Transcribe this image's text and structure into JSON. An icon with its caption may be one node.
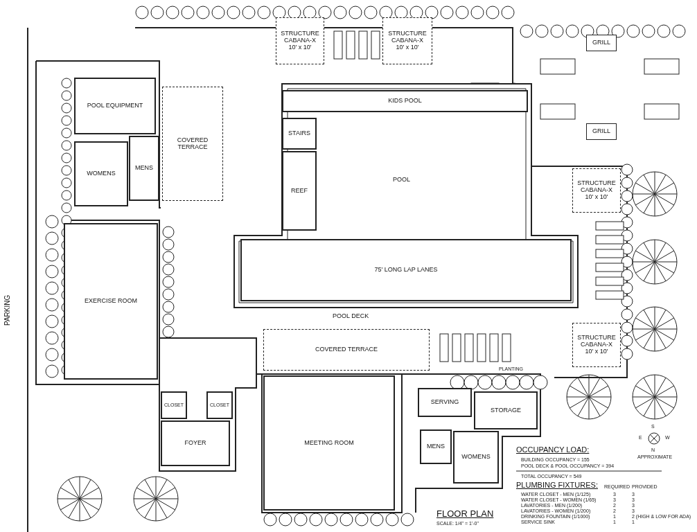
{
  "diagram": {
    "nodes": [
      {
        "text": [
          "POOL EQUIPMENT"
        ]
      },
      {
        "text": [
          "MENS"
        ]
      },
      {
        "text": [
          "WOMENS"
        ]
      },
      {
        "text": [
          "COVERED TERRACE"
        ]
      },
      {
        "text": [
          "EXERCISE ROOM"
        ]
      },
      {
        "text": [
          "POOL"
        ]
      },
      {
        "text": [
          "KIDS POOL"
        ],
        "in": 5
      },
      {
        "text": [
          "STAIRS"
        ],
        "in": 5
      },
      {
        "text": [
          "REEF"
        ],
        "in": 5
      },
      {
        "text": [
          "75' LONG LAP LANES"
        ],
        "in": 5
      },
      {
        "text": [
          "COVERED TERRACE"
        ]
      },
      {
        "text": [
          "MEETING ROOM"
        ]
      },
      {
        "text": [
          "CLOSET"
        ]
      },
      {
        "text": [
          "CLOSET"
        ]
      },
      {
        "text": [
          "FOYER"
        ]
      },
      {
        "text": [
          "SERVING"
        ]
      },
      {
        "text": [
          "STORAGE"
        ]
      },
      {
        "text": [
          "MENS"
        ]
      },
      {
        "text": [
          "WOMENS"
        ]
      },
      {
        "text": [
          "STRUCTURE CABANA-X",
          "10' x 10'"
        ]
      },
      {
        "text": [
          "STRUCTURE CABANA-X",
          "10' x 10'"
        ]
      },
      {
        "text": [
          "STRUCTURE CABANA-X",
          "10' x 10'"
        ]
      },
      {
        "text": [
          "STRUCTURE CABANA-X",
          "10' x 10'"
        ]
      },
      {
        "text": [
          "GRILL"
        ]
      },
      {
        "text": [
          "GRILL"
        ]
      }
    ],
    "labels": [
      "PARKING",
      "POOL DECK",
      "PLANTING",
      "OCCUPANCY LOAD:",
      "BUILDING OCCUPANCY = 155",
      "POOL DECK & POOL OCCUPANCY = 394",
      "TOTAL OCCUPANCY = 549",
      "PLUMBING FIXTURES:",
      "REQUIRED",
      "PROVIDED",
      "WATER CLOSET - MEN (1/125)",
      "3",
      "3",
      "WATER CLOSET - WOMEN (1/65)",
      "3",
      "3",
      "LAVATORIES - MEN (1/200)",
      "2",
      "3",
      "LAVATORIES - WOMEN (1/200)",
      "2",
      "3",
      "DRINKING FOUNTAIN (1/1000)",
      "1",
      "2 (HIGH & LOW FOR ADA)",
      "SERVICE SINK",
      "1",
      "1",
      "S",
      "W",
      "N",
      "E",
      "APPROXIMATE",
      "FLOOR PLAN",
      "SCALE: 1/4\" = 1'-0\""
    ]
  }
}
